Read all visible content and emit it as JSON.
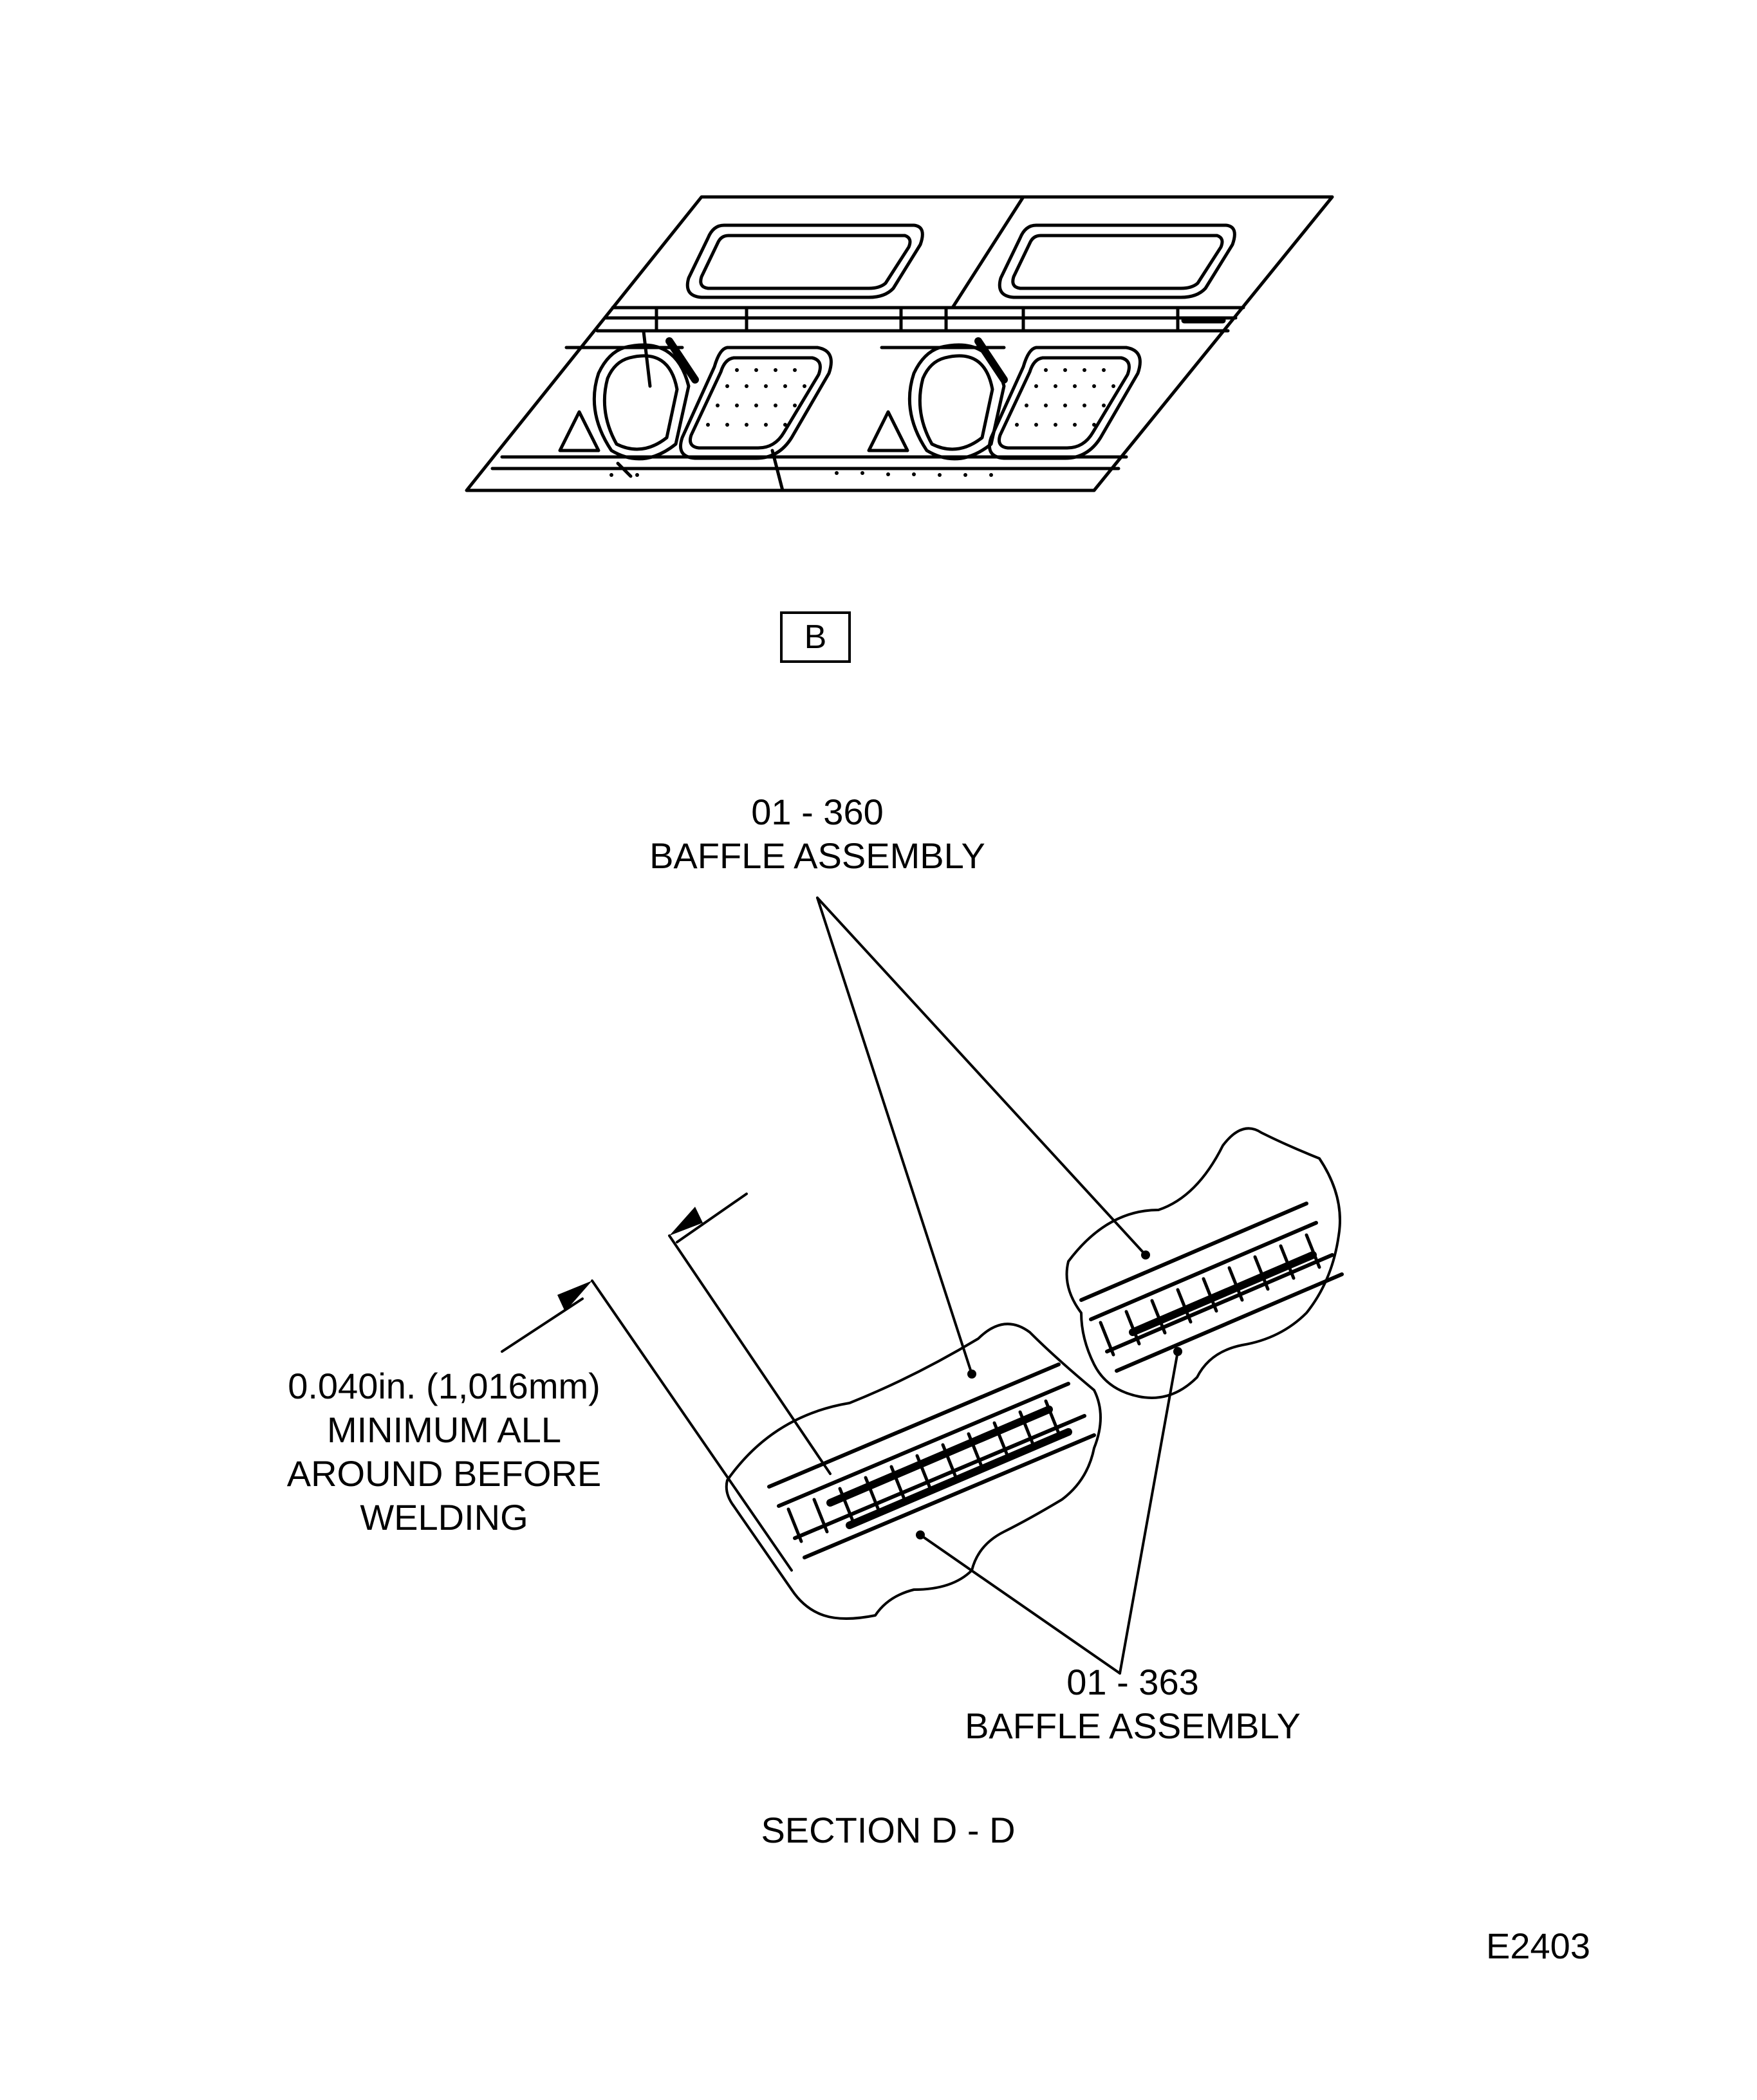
{
  "view_label": "B",
  "callouts": {
    "baffle_360": {
      "part_number": "01 - 360",
      "name": "BAFFLE ASSEMBLY"
    },
    "baffle_363": {
      "part_number": "01 - 363",
      "name": "BAFFLE ASSEMBLY"
    },
    "clearance_note": {
      "line1": "0.040in. (1,016mm)",
      "line2": "MINIMUM ALL",
      "line3": "AROUND BEFORE",
      "line4": "WELDING"
    }
  },
  "section_title": "SECTION D - D",
  "figure_id": "E2403",
  "colors": {
    "ink": "#000000",
    "paper": "#ffffff"
  }
}
